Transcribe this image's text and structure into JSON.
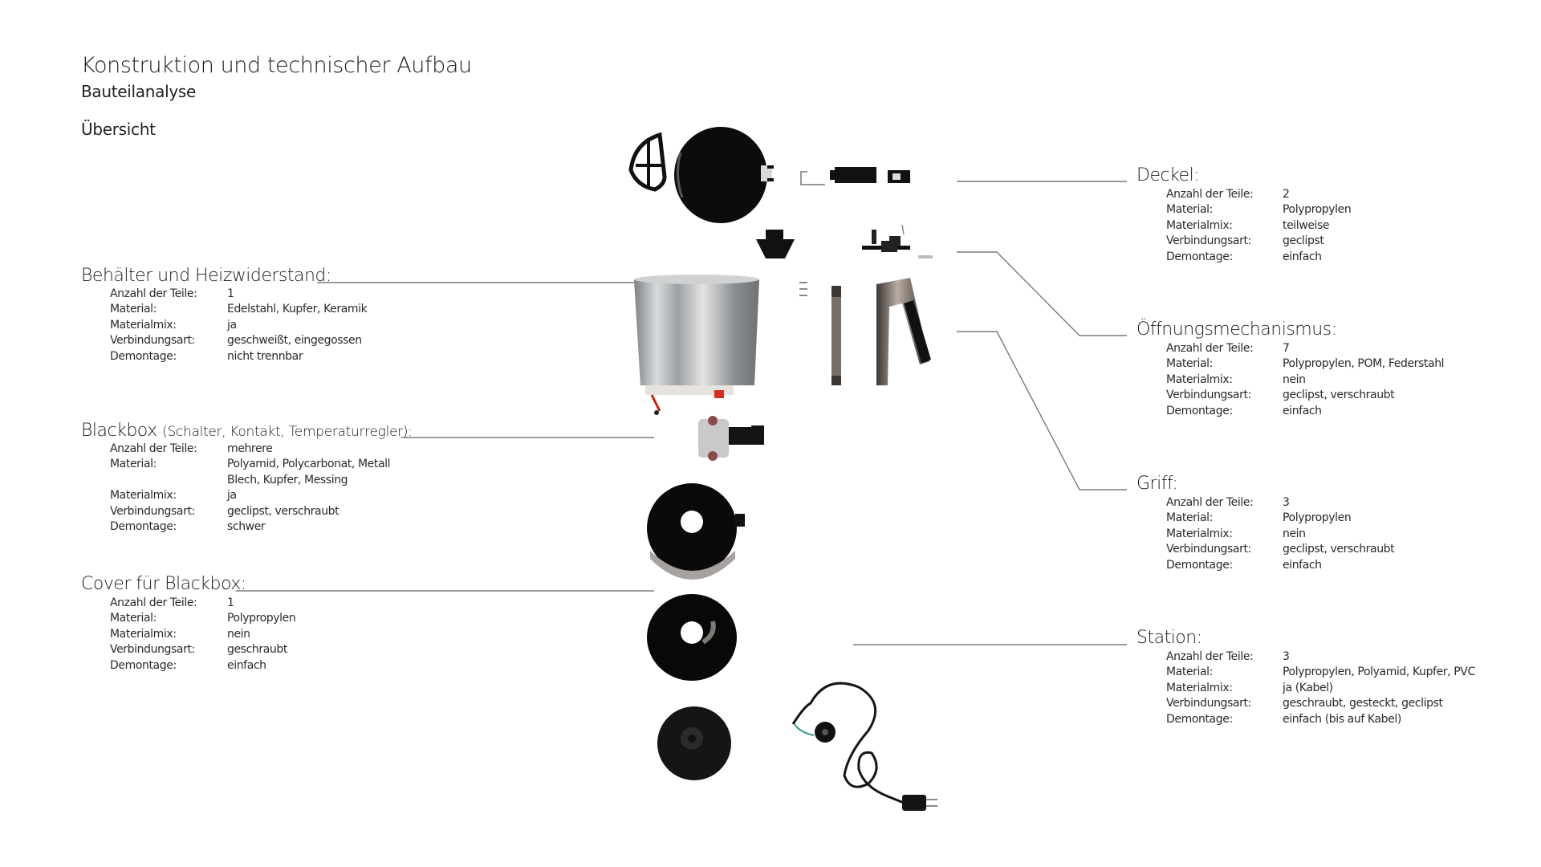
{
  "page": {
    "title": "Konstruktion und technischer Aufbau",
    "subtitle": "Bauteilanalyse",
    "section": "Übersicht"
  },
  "labels": {
    "count": "Anzahl der Teile:",
    "material": "Material:",
    "mix": "Materialmix:",
    "joint": "Verbindungsart:",
    "disassembly": "Demontage:"
  },
  "components": {
    "behaelter": {
      "name": "Behälter und Heizwiderstand:",
      "count": "1",
      "material": "Edelstahl, Kupfer, Keramik",
      "mix": "ja",
      "joint": "geschweißt, eingegossen",
      "disassembly": "nicht trennbar"
    },
    "blackbox": {
      "name": "Blackbox",
      "note": "(Schalter, Kontakt, Temperaturregler):",
      "count": "mehrere",
      "material": "Polyamid, Polycarbonat, Metall",
      "material2": "Blech, Kupfer, Messing",
      "mix": "ja",
      "joint": "geclipst, verschraubt",
      "disassembly": "schwer"
    },
    "cover": {
      "name": "Cover für Blackbox:",
      "count": "1",
      "material": "Polypropylen",
      "mix": "nein",
      "joint": "geschraubt",
      "disassembly": "einfach"
    },
    "deckel": {
      "name": "Deckel:",
      "count": "2",
      "material": "Polypropylen",
      "mix": "teilweise",
      "joint": "geclipst",
      "disassembly": "einfach"
    },
    "oeffnung": {
      "name": "Öffnungsmechanismus:",
      "count": "7",
      "material": "Polypropylen, POM, Federstahl",
      "mix": "nein",
      "joint": "geclipst, verschraubt",
      "disassembly": "einfach"
    },
    "griff": {
      "name": "Griff:",
      "count": "3",
      "material": "Polypropylen",
      "mix": "nein",
      "joint": "geclipst, verschraubt",
      "disassembly": "einfach"
    },
    "station": {
      "name": "Station:",
      "count": "3",
      "material": "Polypropylen, Polyamid, Kupfer, PVC",
      "mix": "ja (Kabel)",
      "joint": "geschraubt, gesteckt, geclipst",
      "disassembly": "einfach (bis auf Kabel)"
    }
  },
  "colors": {
    "text": "#1e1e1e",
    "line": "#7a7a7a",
    "plastic": "#0d0d0d",
    "steel": "#b5b7b9"
  }
}
